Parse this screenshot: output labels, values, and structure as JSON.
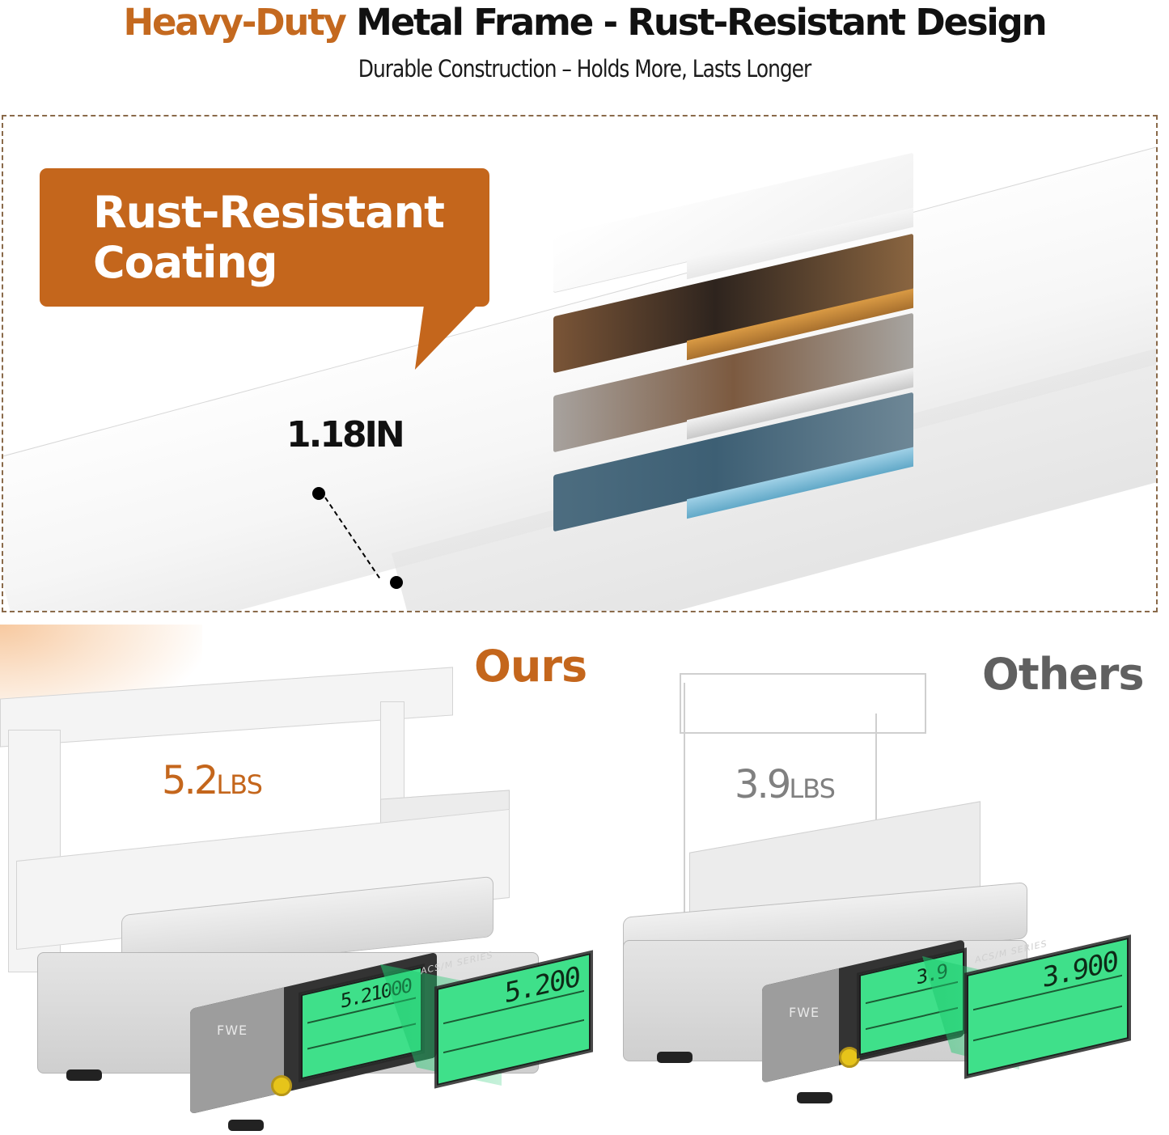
{
  "header": {
    "title_accent": "Heavy-Duty",
    "title_rest": " Metal Frame - Rust-Resistant Design",
    "subtitle": "Durable Construction – Holds More, Lasts Longer"
  },
  "coating_panel": {
    "callout_line1": "Rust-Resistant",
    "callout_line2": "Coating",
    "thickness_label": "1.18IN",
    "layers": [
      "white-coating",
      "bronze-layer",
      "silver-steel",
      "blue-base"
    ]
  },
  "comparison": {
    "ours": {
      "label": "Ours",
      "weight_value": "5.2",
      "weight_unit": "LBS",
      "scale_brand": "FWE",
      "scale_series": "ACS/M SERIES",
      "display_small": "5.21000",
      "display_zoom": "5.200"
    },
    "others": {
      "label": "Others",
      "weight_value": "3.9",
      "weight_unit": "LBS",
      "scale_brand": "FWE",
      "scale_series": "ACS/M SERIES",
      "display_small": "3.9",
      "display_zoom": "3.900"
    }
  },
  "colors": {
    "accent_orange": "#c4661c",
    "title_black": "#111111",
    "others_gray": "#606060",
    "lcd_green": "#3fe08a",
    "dashed_border": "#8a6a4a"
  }
}
